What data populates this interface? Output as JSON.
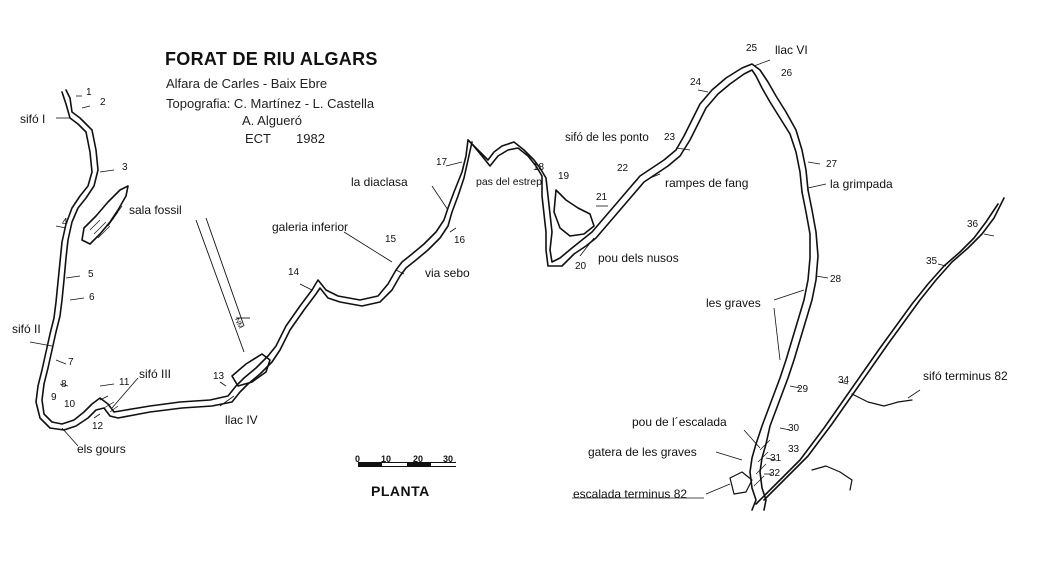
{
  "header": {
    "title": "FORAT DE RIU ALGARS",
    "location": "Alfara de Carles - Baix Ebre",
    "survey_line1": "Topografia: C. Martínez - L. Castella",
    "survey_line2": "A. Algueró",
    "club": "ECT",
    "year": "1982"
  },
  "view_label": "PLANTA",
  "scale": {
    "ticks": [
      "0",
      "10",
      "20",
      "30"
    ]
  },
  "north_label": "NM",
  "places": {
    "sifo_i": "sifó I",
    "sala_fossil": "sala fossil",
    "sifo_ii": "sifó II",
    "sifo_iii": "sifó III",
    "els_gours": "els gours",
    "llac_iv": "llac IV",
    "galeria_inferior": "galeria inferior",
    "via_sebo": "via sebo",
    "la_diaclasa": "la diaclasa",
    "pas_del_estrep": "pas del estrep",
    "sifo_de_les_ponto": "sifó de les ponto",
    "pou_dels_nusos": "pou dels nusos",
    "rampes_de_fang": "rampes de fang",
    "llac_vi": "llac  VI",
    "la_grimpada": "la grimpada",
    "les_graves": "les graves",
    "pou_de_l_escalada": "pou de l´escalada",
    "gatera_de_les_graves": "gatera de les graves",
    "escalada_terminus_82": "escalada  terminus 82",
    "sifo_terminus_82": "sifó  terminus 82"
  },
  "stations": [
    "1",
    "2",
    "3",
    "4",
    "5",
    "6",
    "7",
    "8",
    "9",
    "10",
    "11",
    "12",
    "13",
    "14",
    "15",
    "16",
    "17",
    "18",
    "19",
    "20",
    "21",
    "22",
    "23",
    "24",
    "25",
    "26",
    "27",
    "28",
    "29",
    "30",
    "31",
    "32",
    "33",
    "34",
    "35",
    "36"
  ]
}
